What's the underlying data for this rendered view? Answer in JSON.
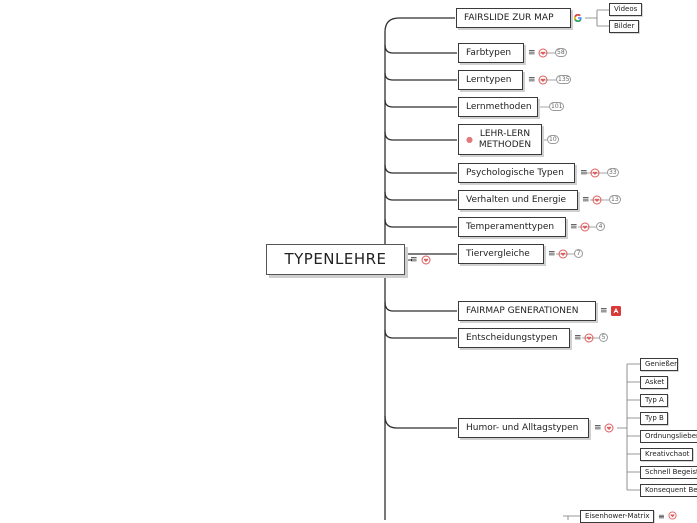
{
  "root": {
    "label": "TYPENLEHRE"
  },
  "branches": [
    {
      "label": "FAIRSLIDE ZUR MAP",
      "icon": "google-icon"
    },
    {
      "label": "Farbtypen",
      "count": "58"
    },
    {
      "label": "Lerntypen",
      "count": "135"
    },
    {
      "label": "Lernmethoden",
      "count": "101"
    },
    {
      "label": "LEHR-LERN METHODEN",
      "count": "10",
      "icon": "brain-icon"
    },
    {
      "label": "Psychologische Typen",
      "count": "33"
    },
    {
      "label": "Verhalten und Energie",
      "count": "13"
    },
    {
      "label": "Temperamenttypen",
      "count": "4"
    },
    {
      "label": "Tiervergleiche",
      "count": "7"
    },
    {
      "label": "FAIRMAP GENERATIONEN",
      "icon": "mindmap-app-icon"
    },
    {
      "label": "Entscheidungstypen",
      "count": "5"
    },
    {
      "label": "Humor- und Alltagstypen"
    },
    {
      "label": "Eisenhower-Matrix"
    }
  ],
  "fairslide_children": [
    "Videos",
    "Bilder"
  ],
  "humor_children": [
    "Genießer",
    "Asket",
    "Typ A",
    "Typ B",
    "Ordnungsliebender",
    "Kreativchaot",
    "Schnell Begeisterter",
    "Konsequent Beharrlicher"
  ],
  "colors": {
    "line": "#2f2f2f",
    "accent": "#e05a5a",
    "note": "#555555"
  }
}
